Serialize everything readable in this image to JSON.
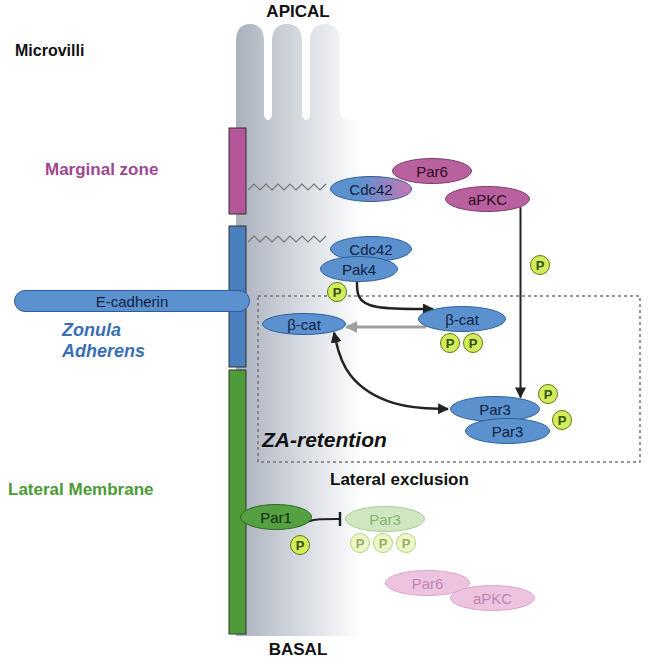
{
  "diagram": {
    "nodes": [
      {
        "text": [
          "Cdc42"
        ]
      },
      {
        "text": [
          "Par6"
        ]
      },
      {
        "text": [
          "aPKC"
        ]
      },
      {
        "text": [
          "P"
        ]
      },
      {
        "text": [
          "Cdc42"
        ]
      },
      {
        "text": [
          "Pak4"
        ]
      },
      {
        "text": [
          "P"
        ]
      },
      {
        "text": [
          "E-cadherin"
        ]
      },
      {
        "text": [
          "β-cat"
        ]
      },
      {
        "text": [
          "β-cat"
        ]
      },
      {
        "text": [
          "P"
        ]
      },
      {
        "text": [
          "P"
        ]
      },
      {
        "text": [
          "Par3"
        ]
      },
      {
        "text": [
          "Par3"
        ]
      },
      {
        "text": [
          "P"
        ]
      },
      {
        "text": [
          "P"
        ]
      },
      {
        "text": [
          "Par1"
        ]
      },
      {
        "text": [
          "P"
        ]
      },
      {
        "text": [
          "Par3"
        ]
      },
      {
        "text": [
          "P"
        ]
      },
      {
        "text": [
          "P"
        ]
      },
      {
        "text": [
          "P"
        ]
      },
      {
        "text": [
          "Par6"
        ]
      },
      {
        "text": [
          "aPKC"
        ]
      }
    ],
    "edges": [
      {
        "from": 5,
        "to": 9,
        "arrow": "to"
      },
      {
        "from": 9,
        "to": 8,
        "arrow": "to"
      },
      {
        "from": 2,
        "to": 12,
        "arrow": "to"
      },
      {
        "from": 8,
        "to": 12,
        "arrow": "both"
      },
      {
        "from": 16,
        "to": 18,
        "arrow": "to"
      }
    ],
    "labels": [
      "APICAL",
      "Microvilli",
      "Marginal zone",
      "Zonula Adherens",
      "ZA-retention",
      "Lateral exclusion",
      "Lateral Membrane",
      "BASAL"
    ]
  }
}
